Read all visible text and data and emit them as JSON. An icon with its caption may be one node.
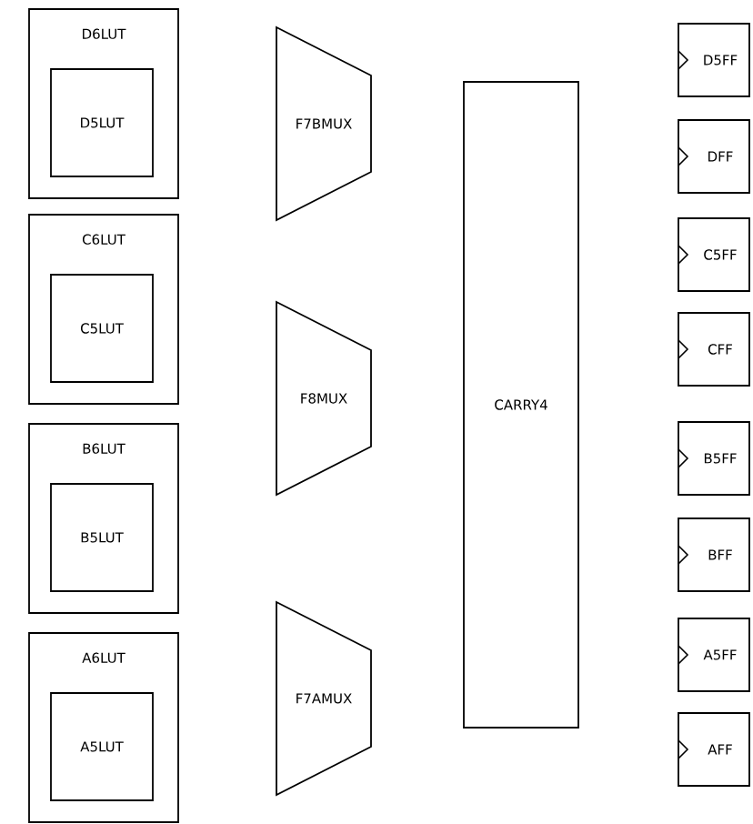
{
  "diagram": {
    "nodes": [
      {
        "text": [
          "D6LUT"
        ]
      },
      {
        "text": [
          "D5LUT"
        ],
        "in": 0
      },
      {
        "text": [
          "C6LUT"
        ]
      },
      {
        "text": [
          "C5LUT"
        ],
        "in": 2
      },
      {
        "text": [
          "B6LUT"
        ]
      },
      {
        "text": [
          "B5LUT"
        ],
        "in": 4
      },
      {
        "text": [
          "A6LUT"
        ]
      },
      {
        "text": [
          "A5LUT"
        ],
        "in": 6
      },
      {
        "text": [
          "F7BMUX"
        ]
      },
      {
        "text": [
          "F8MUX"
        ]
      },
      {
        "text": [
          "F7AMUX"
        ]
      },
      {
        "text": [
          "CARRY4"
        ]
      },
      {
        "text": [
          "D5FF"
        ]
      },
      {
        "text": [
          "DFF"
        ]
      },
      {
        "text": [
          "C5FF"
        ]
      },
      {
        "text": [
          "CFF"
        ]
      },
      {
        "text": [
          "B5FF"
        ]
      },
      {
        "text": [
          "BFF"
        ]
      },
      {
        "text": [
          "A5FF"
        ]
      },
      {
        "text": [
          "AFF"
        ]
      }
    ]
  }
}
